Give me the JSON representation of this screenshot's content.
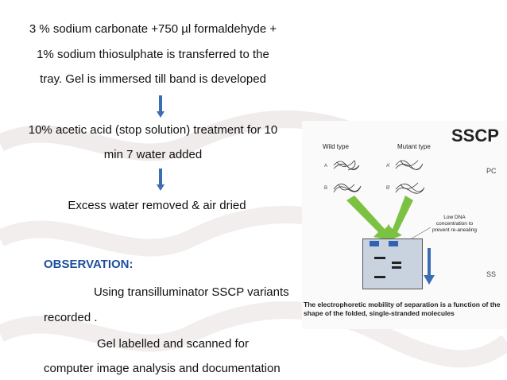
{
  "steps": {
    "step1_lines": [
      "3 % sodium carbonate +750 µl formaldehyde +",
      "1% sodium thiosulphate is transferred to the",
      "tray. Gel is immersed till band is developed"
    ],
    "step2_lines": [
      "10% acetic acid (stop solution)  treatment for 10",
      "min 7 water added"
    ],
    "step3_line": "Excess water removed & air dried"
  },
  "observation": {
    "heading": "OBSERVATION:",
    "lines": [
      "Using transilluminator SSCP variants",
      "recorded .",
      "Gel labelled and scanned for",
      "computer image analysis and documentation"
    ]
  },
  "figure": {
    "title": "SSCP",
    "wild_type": "Wild type",
    "mutant_type": "Mutant type",
    "strand_a": "A",
    "strand_b": "B",
    "strand_a_prime": "A'",
    "strand_b_prime": "B'",
    "pc_label": "PC",
    "ss_label": "SS",
    "note": "Low DNA concentration to prevent re-anealing",
    "caption": "The electrophoretic mobility of separation is a function of the shape of the folded, single-stranded molecules"
  },
  "colors": {
    "heading": "#1f4f9c",
    "arrow": "#3b6db3",
    "green_arrow": "#7cc242",
    "band": "#2e63b5"
  }
}
